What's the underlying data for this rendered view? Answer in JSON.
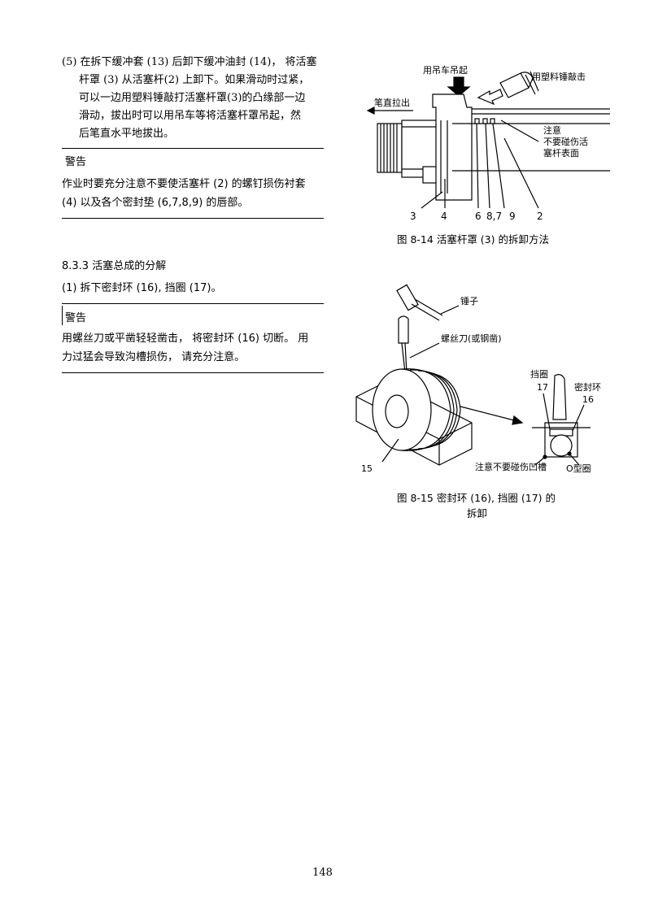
{
  "step5": {
    "lines": [
      "(5) 在拆下缓冲套 (13) 后卸下缓冲油封 (14)， 将活塞",
      "杆罩 (3) 从活塞杆(2) 上卸下。如果滑动时过紧，",
      "可以一边用塑料锤敲打活塞杆罩(3)的凸缘部一边",
      "滑动，拔出时可以用吊车等将活塞杆罩吊起，然",
      "后笔直水平地拔出。"
    ]
  },
  "warning1": {
    "title": "警告",
    "lines": [
      "作业时要充分注意不要使活塞杆 (2) 的螺钉损伤衬套",
      "(4) 以及各个密封垫 (6,7,8,9) 的唇部。"
    ]
  },
  "section": {
    "heading": "8.3.3 活塞总成的分解",
    "step1": "(1) 拆下密封环 (16), 挡圈 (17)。"
  },
  "warning2": {
    "title": "警告",
    "lines": [
      "用螺丝刀或平凿轻轻凿击， 将密封环 (16) 切断。 用",
      "力过猛会导致沟槽损伤， 请充分注意。"
    ]
  },
  "fig14": {
    "caption": "图 8-14 活塞杆罩 (3) 的拆卸方法",
    "label_crane": "用吊车吊起",
    "label_hammer": "用塑料锤敲击",
    "label_pull": "笔直拉出",
    "note_lines": [
      "注意",
      "不要碰伤活",
      "塞杆表面"
    ],
    "numbers": [
      "3",
      "4",
      "6",
      "8,7",
      "9",
      "2"
    ]
  },
  "fig15": {
    "caption_lines": [
      "图 8-15 密封环 (16), 挡圈 (17) 的",
      "拆卸"
    ],
    "label_hammer": "锤子",
    "label_screwdriver": "螺丝刀(或钢凿)",
    "label_ring": "挡圈",
    "label_ring_no": "17",
    "label_seal": "密封环",
    "label_seal_no": "16",
    "label_15": "15",
    "label_groove": "注意不要碰伤凹槽",
    "label_oring": "O型圈"
  },
  "page_number": "148"
}
